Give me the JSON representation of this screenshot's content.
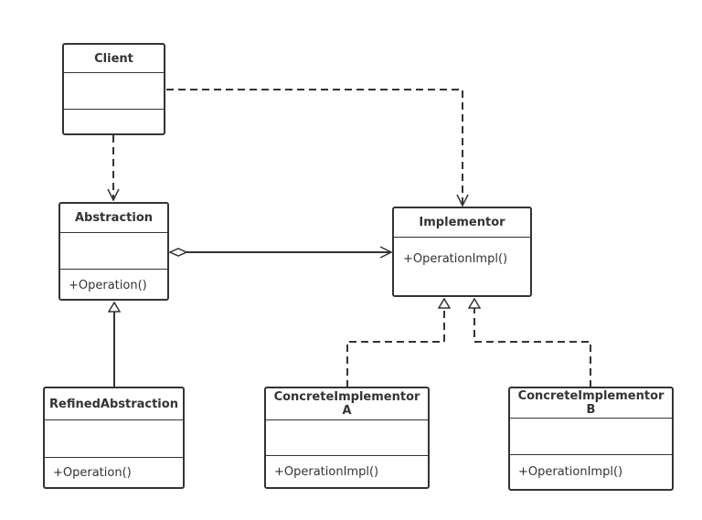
{
  "classes": {
    "client": {
      "name": "Client",
      "operations": []
    },
    "abstraction": {
      "name": "Abstraction",
      "operations": [
        "+Operation()"
      ]
    },
    "implementor": {
      "name": "Implementor",
      "operations": [
        "+OperationImpl()"
      ]
    },
    "refined_abstraction": {
      "name": "RefinedAbstraction",
      "operations": [
        "+Operation()"
      ]
    },
    "concrete_implementor_a": {
      "name": "ConcreteImplementorA",
      "operations": [
        "+OperationImpl()"
      ]
    },
    "concrete_implementor_b": {
      "name": "ConcreteImplementorB",
      "operations": [
        "+OperationImpl()"
      ]
    }
  },
  "relations": [
    {
      "from": "Client",
      "to": "Abstraction",
      "type": "dependency"
    },
    {
      "from": "Client",
      "to": "Implementor",
      "type": "dependency"
    },
    {
      "from": "Abstraction",
      "to": "Implementor",
      "type": "aggregation"
    },
    {
      "from": "RefinedAbstraction",
      "to": "Abstraction",
      "type": "generalization"
    },
    {
      "from": "ConcreteImplementorA",
      "to": "Implementor",
      "type": "realization"
    },
    {
      "from": "ConcreteImplementorB",
      "to": "Implementor",
      "type": "realization"
    }
  ],
  "colors": {
    "stroke": "#333333",
    "background": "#ffffff"
  }
}
